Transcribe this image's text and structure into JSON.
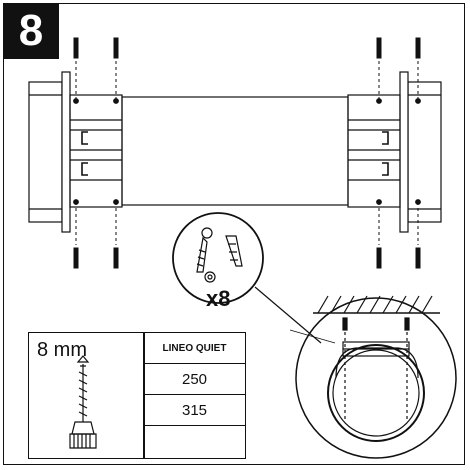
{
  "step": {
    "number": "8"
  },
  "hardware": {
    "quantity_label": "x8"
  },
  "table": {
    "drill_size": "8 mm",
    "column_header": "LINEO QUIET",
    "rows": [
      "250",
      "315",
      ""
    ]
  }
}
